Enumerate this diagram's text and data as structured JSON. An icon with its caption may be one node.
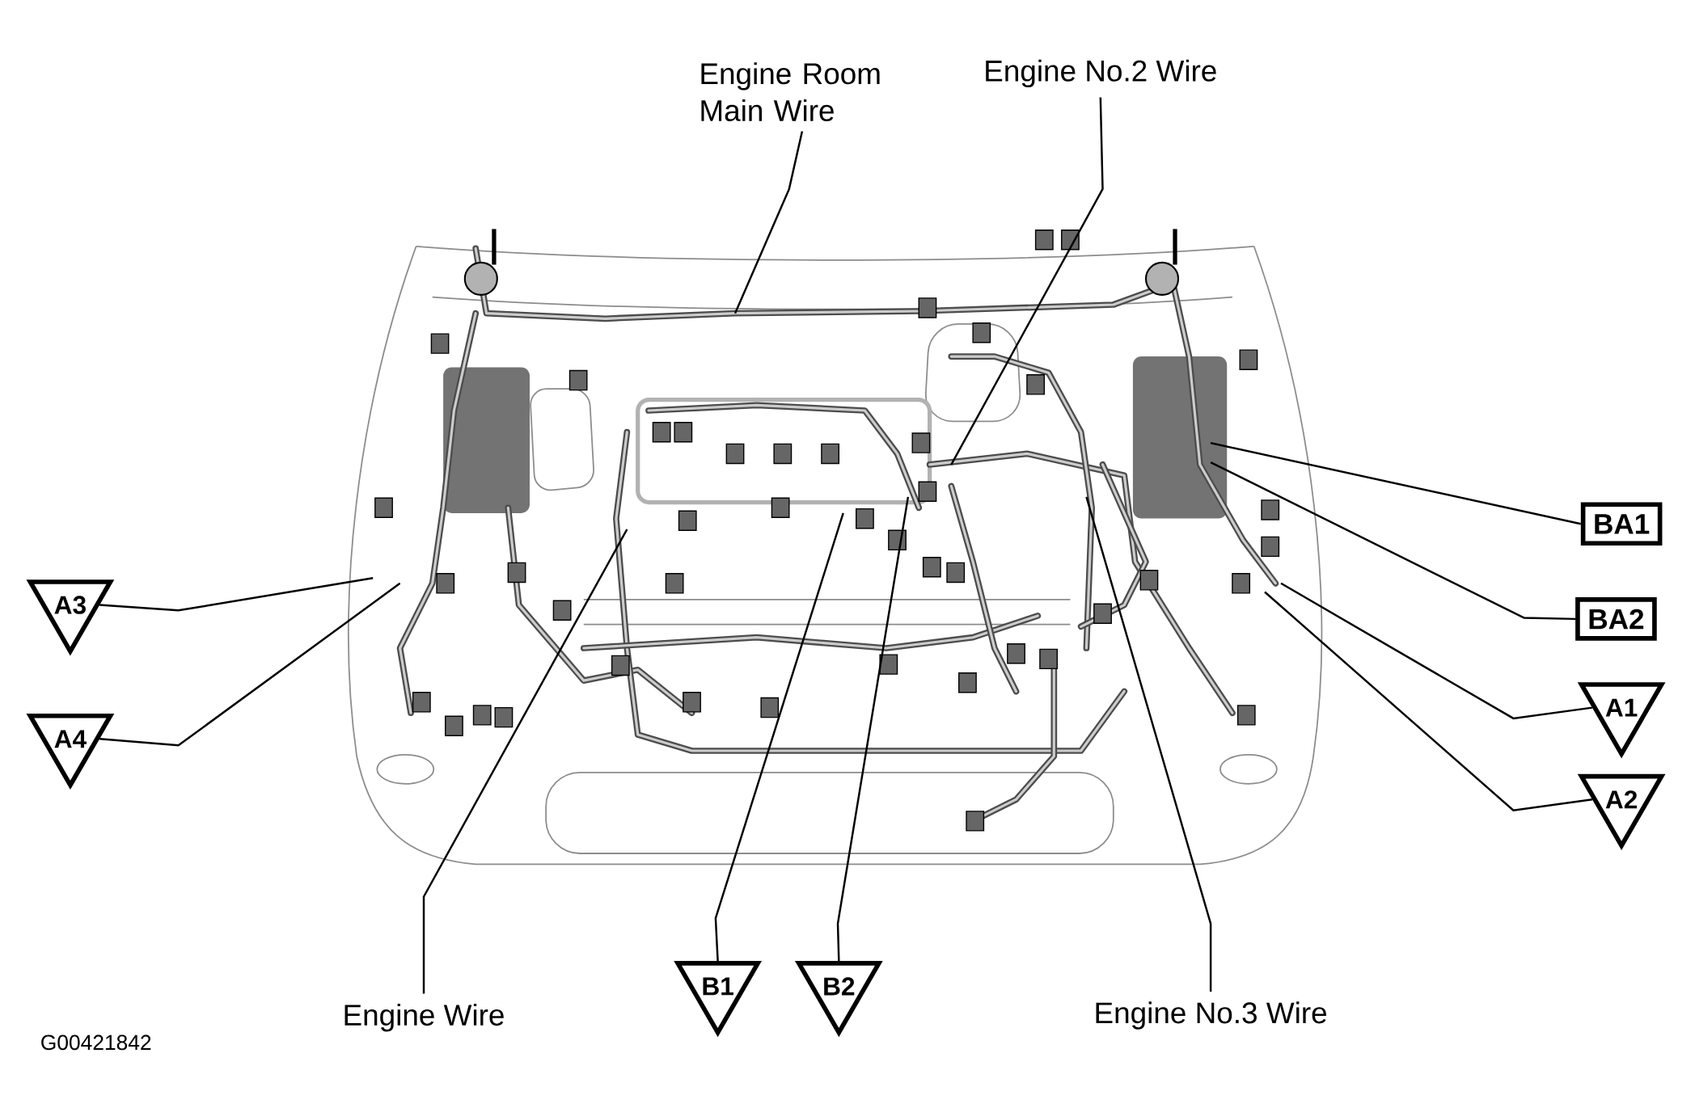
{
  "diagram": {
    "nodes": [
      {
        "text": [
          "Engine Room Main Wire"
        ]
      },
      {
        "text": [
          "Engine No.2 Wire"
        ]
      },
      {
        "text": [
          "BA1"
        ]
      },
      {
        "text": [
          "BA2"
        ]
      },
      {
        "text": [
          "A1"
        ]
      },
      {
        "text": [
          "A2"
        ]
      },
      {
        "text": [
          "A3"
        ]
      },
      {
        "text": [
          "A4"
        ]
      },
      {
        "text": [
          "Engine Wire"
        ]
      },
      {
        "text": [
          "B1"
        ]
      },
      {
        "text": [
          "B2"
        ]
      },
      {
        "text": [
          "Engine No.3 Wire"
        ]
      }
    ],
    "edges": [
      {
        "from": 0,
        "to": null,
        "arrow": "none"
      },
      {
        "from": 1,
        "to": null,
        "arrow": "none"
      },
      {
        "from": 2,
        "to": null,
        "arrow": "none"
      },
      {
        "from": 3,
        "to": null,
        "arrow": "none"
      },
      {
        "from": 4,
        "to": null,
        "arrow": "none"
      },
      {
        "from": 5,
        "to": null,
        "arrow": "none"
      },
      {
        "from": 6,
        "to": null,
        "arrow": "none"
      },
      {
        "from": 7,
        "to": null,
        "arrow": "none"
      },
      {
        "from": 8,
        "to": null,
        "arrow": "none"
      },
      {
        "from": 9,
        "to": null,
        "arrow": "none"
      },
      {
        "from": 10,
        "to": null,
        "arrow": "none"
      },
      {
        "from": 11,
        "to": null,
        "arrow": "none"
      }
    ],
    "labels": [
      "G00421842"
    ]
  }
}
